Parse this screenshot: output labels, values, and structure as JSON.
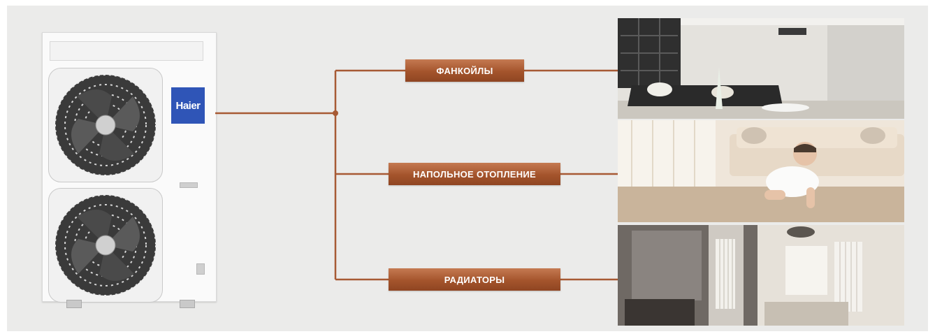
{
  "colors": {
    "line": "#a75a34",
    "badge": "#2f55b7",
    "label_bg": "#a4542c"
  },
  "unit": {
    "brand_logo": "Haier"
  },
  "branches": [
    {
      "label": "ФАНКОЙЛЫ",
      "photo": "living-room-fancoil-photo"
    },
    {
      "label": "НАПОЛЬНОЕ ОТОПЛЕНИЕ",
      "photo": "floor-heating-baby-photo"
    },
    {
      "label": "РАДИАТОРЫ",
      "photo": "bedroom-radiator-photo"
    }
  ]
}
